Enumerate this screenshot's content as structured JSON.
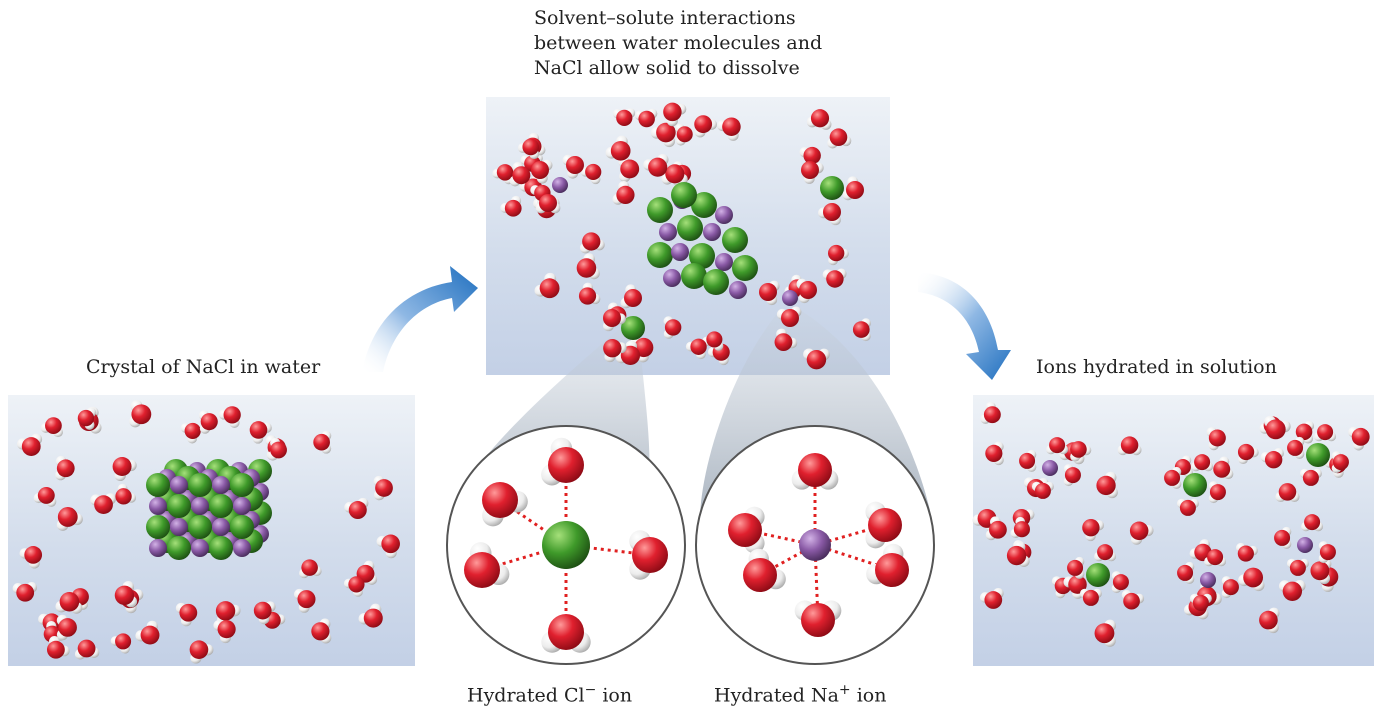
{
  "captions": {
    "solvent_solute": "Solvent–solute interactions between water molecules and NaCl allow solid to dissolve",
    "crystal": "Crystal of NaCl in water",
    "hydrated_solution": "Ions hydrated in solution",
    "cl_ion": {
      "prefix": "Hydrated Cl",
      "charge": "−",
      "suffix": " ion"
    },
    "na_ion": {
      "prefix": "Hydrated Na",
      "charge": "+",
      "suffix": " ion"
    }
  },
  "colors": {
    "oxygen": "#e0202e",
    "hydrogen": "#f2f2f2",
    "chloride": "#3f9a2a",
    "sodium": "#8a5aa6",
    "arrow": "#1f6fbf",
    "interaction": "#e02020"
  }
}
